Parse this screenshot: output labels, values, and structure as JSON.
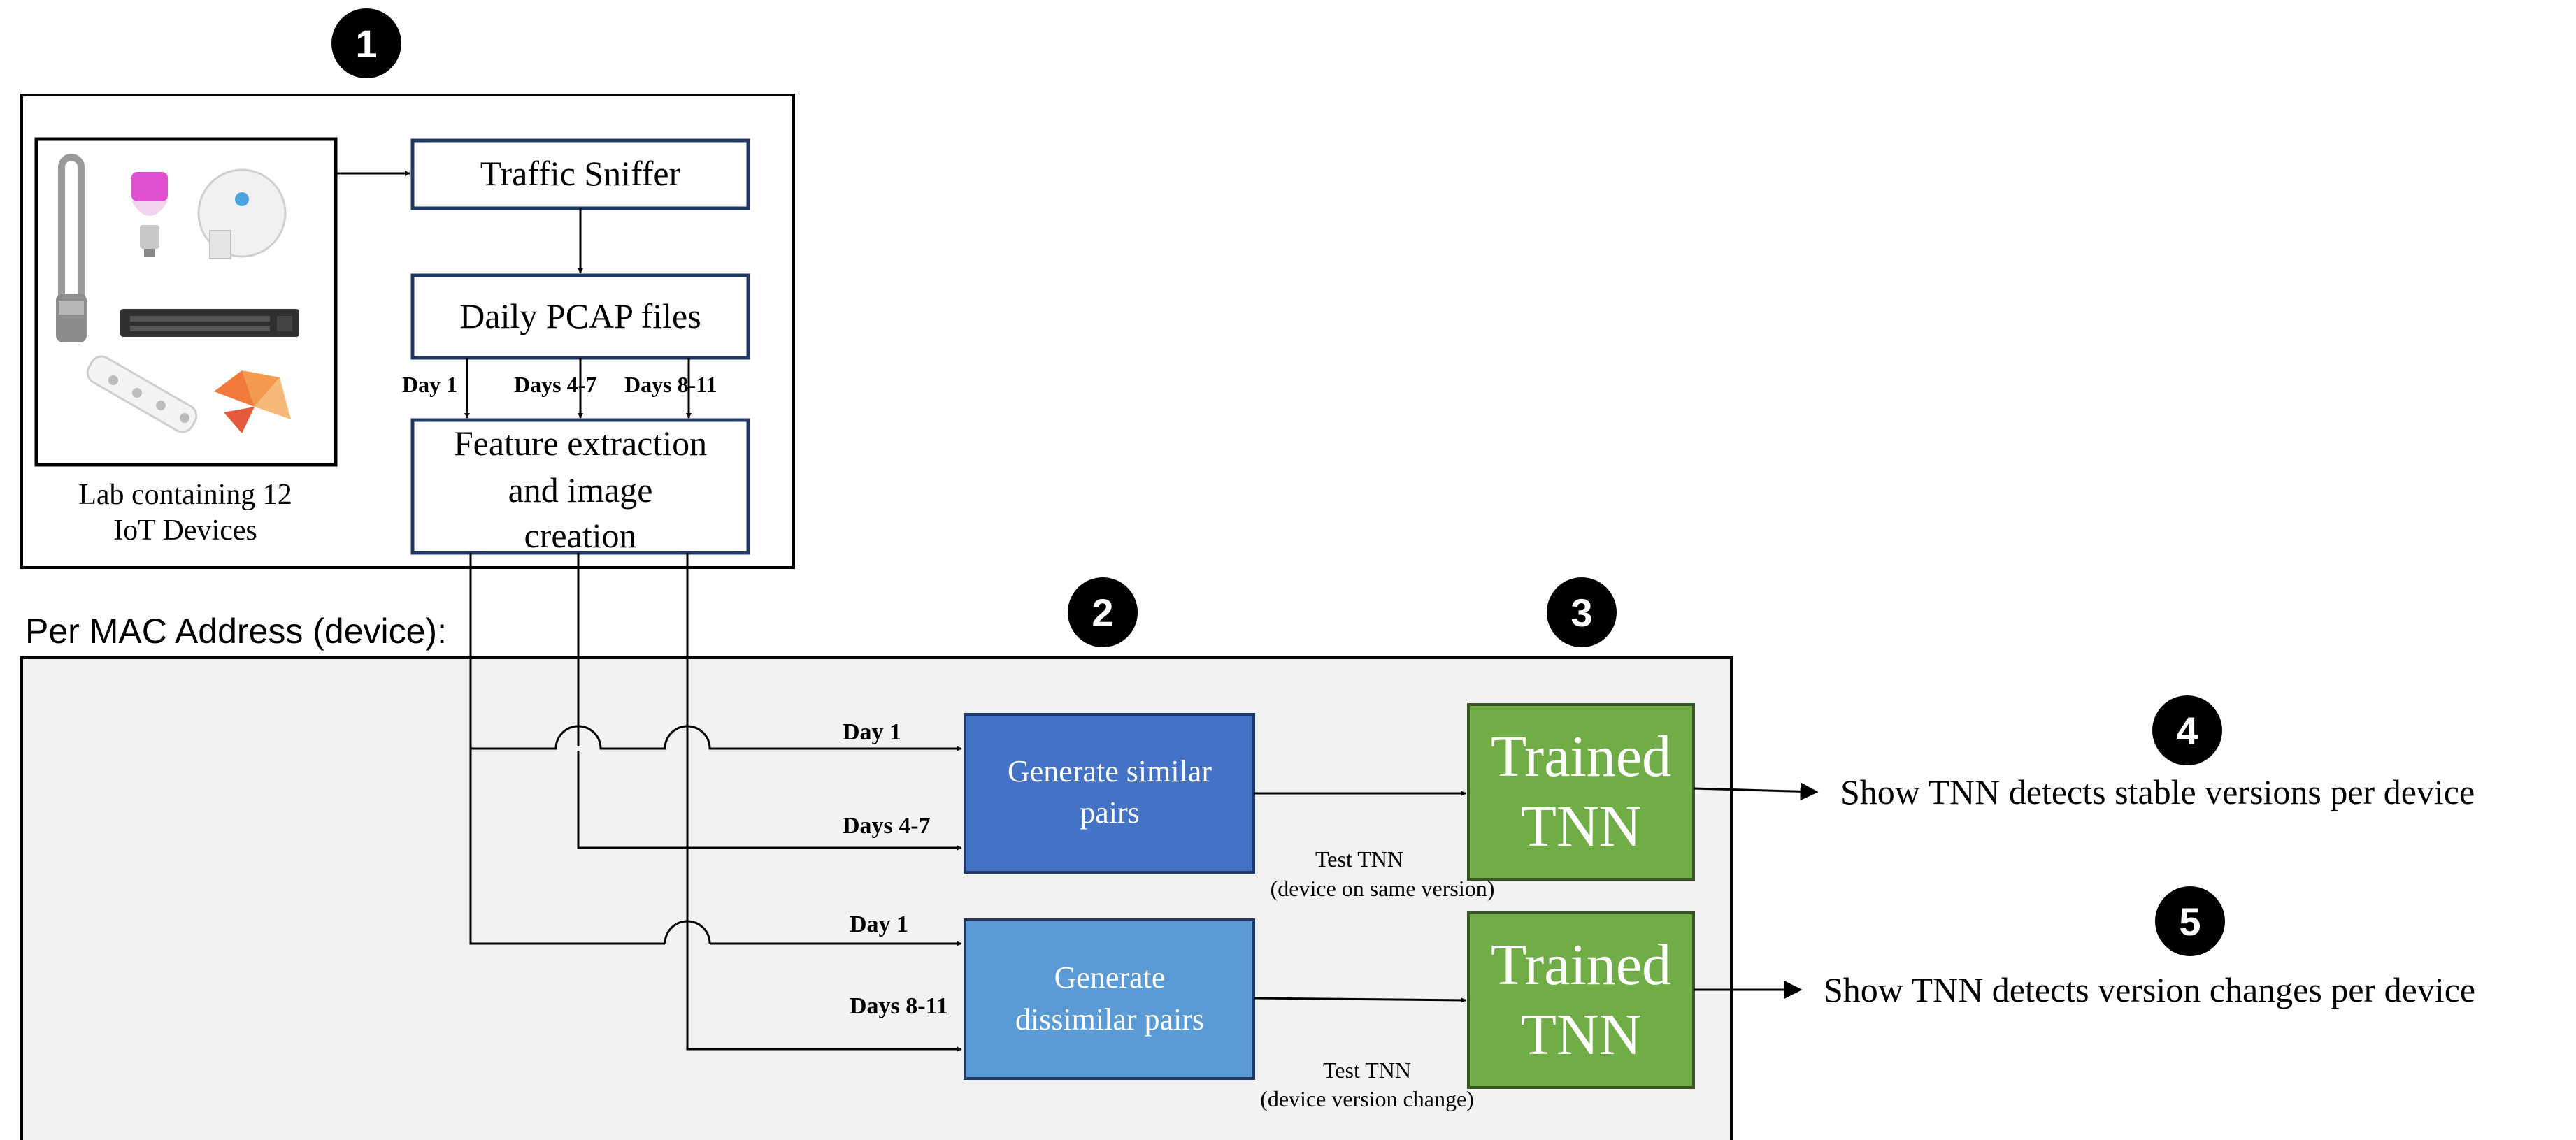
{
  "steps": {
    "one": "1",
    "two": "2",
    "three": "3",
    "four": "4",
    "five": "5"
  },
  "lab": {
    "caption_line1": "Lab containing 12",
    "caption_line2": "IoT Devices",
    "devices": [
      "tower-fan",
      "smart-bulb",
      "smart-plug",
      "network-switch",
      "power-strip",
      "light-panels"
    ]
  },
  "pipeline": {
    "sniffer": "Traffic Sniffer",
    "pcap": "Daily PCAP files",
    "feature_line1": "Feature extraction",
    "feature_line2": "and image",
    "feature_line3": "creation",
    "day1": "Day 1",
    "days4_7": "Days 4-7",
    "days8_11": "Days 8-11"
  },
  "per_mac": {
    "title": "Per MAC Address (device):",
    "day1_a": "Day 1",
    "days4_7": "Days 4-7",
    "day1_b": "Day 1",
    "days8_11": "Days 8-11",
    "similar_line1": "Generate similar",
    "similar_line2": "pairs",
    "dissimilar_line1": "Generate",
    "dissimilar_line2": "dissimilar pairs",
    "tnn_line1": "Trained",
    "tnn_line2": "TNN",
    "test_a_line1": "Test TNN",
    "test_a_line2": "(device on same version)",
    "test_b_line1": "Test TNN",
    "test_b_line2": "(device version change)"
  },
  "outcomes": {
    "stable": "Show TNN detects stable versions per device",
    "change": "Show TNN detects version changes per device"
  },
  "colors": {
    "similar_box": "#4472C4",
    "dissimilar_box": "#5B9BD5",
    "tnn_box": "#70AD47",
    "panel_bg": "#F2F2F2",
    "box_border": "#1F3864"
  }
}
